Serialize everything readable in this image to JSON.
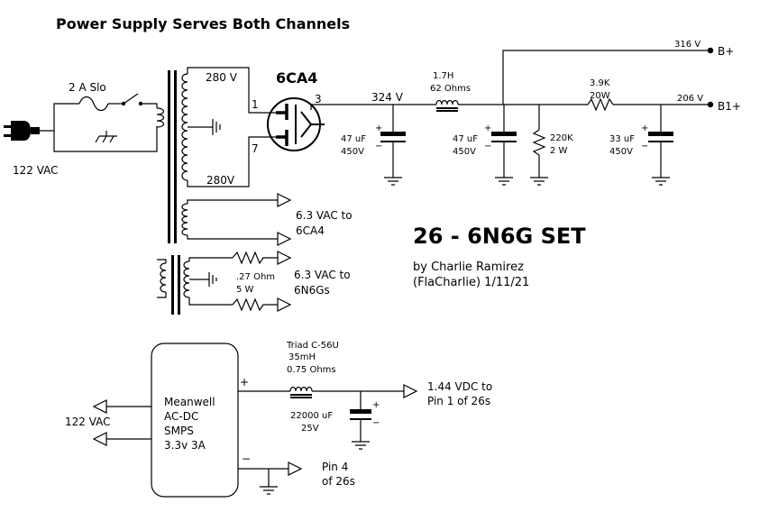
{
  "title": "Power Supply Serves Both Channels",
  "heading": "26 - 6N6G SET",
  "author": "by Charlie Ramirez",
  "author_line2": "(FlaCharlie) 1/11/21",
  "mains": {
    "voltage": "122 VAC",
    "fuse": "2 A Slo"
  },
  "transformer": {
    "top_tap": "280 V",
    "bottom_tap": "280V"
  },
  "rectifier": {
    "tube": "6CA4",
    "pin1": "1",
    "pin7": "7",
    "pin3": "3"
  },
  "node_324": "324 V",
  "cap1": {
    "value": "47 uF",
    "voltage": "450V"
  },
  "choke": {
    "inductance": "1.7H",
    "resistance": "62 Ohms"
  },
  "node_316": "316 V",
  "b_plus": "B+",
  "cap2": {
    "value": "47 uF",
    "voltage": "450V"
  },
  "bleeder": {
    "value": "220K",
    "power": "2 W"
  },
  "series_res": {
    "value": "3.9K",
    "power": "20W"
  },
  "node_206": "206 V",
  "b1_plus": "B1+",
  "cap3": {
    "value": "33 uF",
    "voltage": "450V"
  },
  "heater1": {
    "line1": "6.3 VAC to",
    "line2": "6CA4"
  },
  "heater2": {
    "line1": "6.3 VAC to",
    "line2": "6N6Gs",
    "res_value": ".27 Ohm",
    "res_power": "5 W"
  },
  "smps": {
    "line1": "Meanwell",
    "line2": "AC-DC",
    "line3": "SMPS",
    "line4": "3.3v  3A",
    "input": "122 VAC",
    "plus": "+",
    "minus": "−"
  },
  "filament_choke": {
    "name": "Triad C-56U",
    "inductance": "35mH",
    "resistance": "0.75 Ohms"
  },
  "filament_cap": {
    "value": "22000 uF",
    "voltage": "25V"
  },
  "filament_out": {
    "line1": "1.44 VDC to",
    "line2": "Pin 1 of 26s"
  },
  "pin4": {
    "line1": "Pin 4",
    "line2": "of 26s"
  },
  "cap_plus": "+",
  "cap_minus": "−"
}
